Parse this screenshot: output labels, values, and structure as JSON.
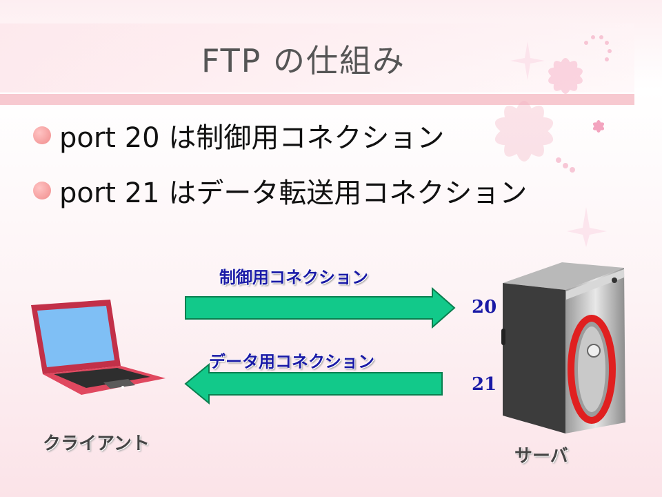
{
  "slide": {
    "title": "FTP の仕組み",
    "bullets": [
      "port 20 は制御用コネクション",
      "port 21 はデータ転送用コネクション"
    ]
  },
  "diagram": {
    "control_connection_label": "制御用コネクション",
    "data_connection_label": "データ用コネクション",
    "port_top": "20",
    "port_bottom": "21",
    "client_label": "クライアント",
    "server_label": "サーバ"
  },
  "colors": {
    "arrow_fill": "#12c98a",
    "label_blue": "#1a1aa6",
    "accent_pink": "#f7c9d0"
  }
}
